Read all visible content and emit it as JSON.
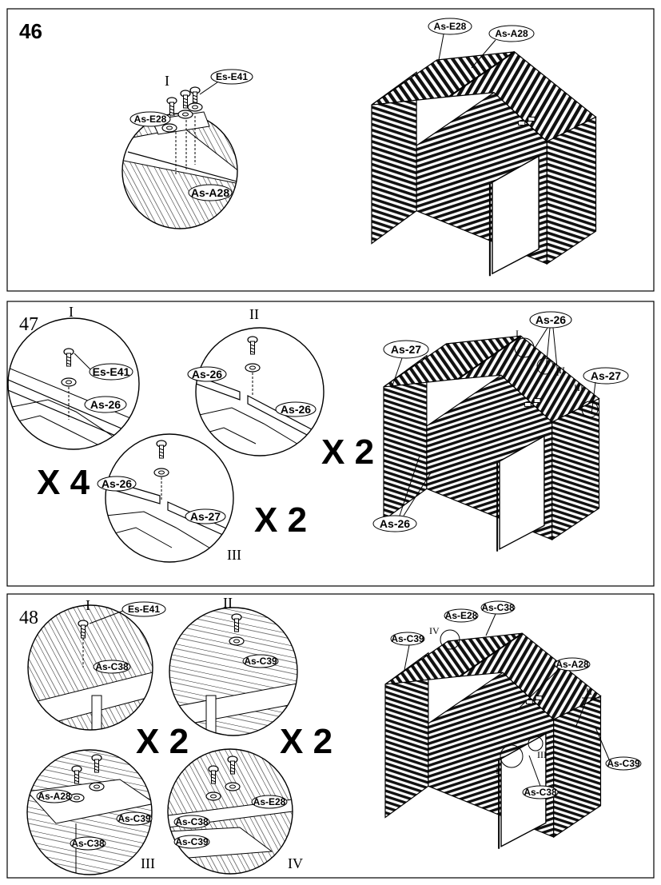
{
  "steps": [
    {
      "number": "46",
      "labels": {
        "roman_i": "I",
        "es_e41": "Es-E41",
        "as_e28_detail": "As-E28",
        "as_a28_detail": "As-A28",
        "as_e28_shed": "As-E28",
        "as_a28_shed": "As-A28"
      }
    },
    {
      "number": "47",
      "labels": {
        "roman_i": "I",
        "roman_ii": "II",
        "roman_iii": "III",
        "es_e41": "Es-E41",
        "as_26_i": "As-26",
        "as_26_ii_a": "As-26",
        "as_26_ii_b": "As-26",
        "as_26_iii": "As-26",
        "as_27_iii": "As-27",
        "mult_x4": "X 4",
        "mult_x2_a": "X 2",
        "mult_x2_b": "X 2",
        "shed_as_27_left": "As-27",
        "shed_as_26_top": "As-26",
        "shed_as_27_right": "As-27",
        "shed_as_26_bottom": "As-26",
        "shed_i": "I",
        "shed_ii": "II",
        "shed_iii": "III"
      }
    },
    {
      "number": "48",
      "labels": {
        "roman_i": "I",
        "roman_ii": "II",
        "roman_iii": "III",
        "roman_iv": "IV",
        "es_e41": "Es-E41",
        "as_c38_i": "As-C38",
        "as_c39_ii": "As-C39",
        "as_a28_iii": "As-A28",
        "as_c39_iii": "As-C39",
        "as_c38_iii": "As-C38",
        "as_e28_iv": "As-E28",
        "as_c38_iv": "As-C38",
        "as_c39_iv": "As-C39",
        "mult_x2_a": "X 2",
        "mult_x2_b": "X 2",
        "shed_iv": "IV",
        "shed_as_e28": "As-E28",
        "shed_as_c38_top": "As-C38",
        "shed_as_c39_left": "As-C39",
        "shed_as_a28": "As-A28",
        "shed_ii": "II",
        "shed_iii": "III",
        "shed_i": "I",
        "shed_as_c39_right": "As-C39",
        "shed_as_c38_bottom": "As-C38"
      }
    }
  ]
}
